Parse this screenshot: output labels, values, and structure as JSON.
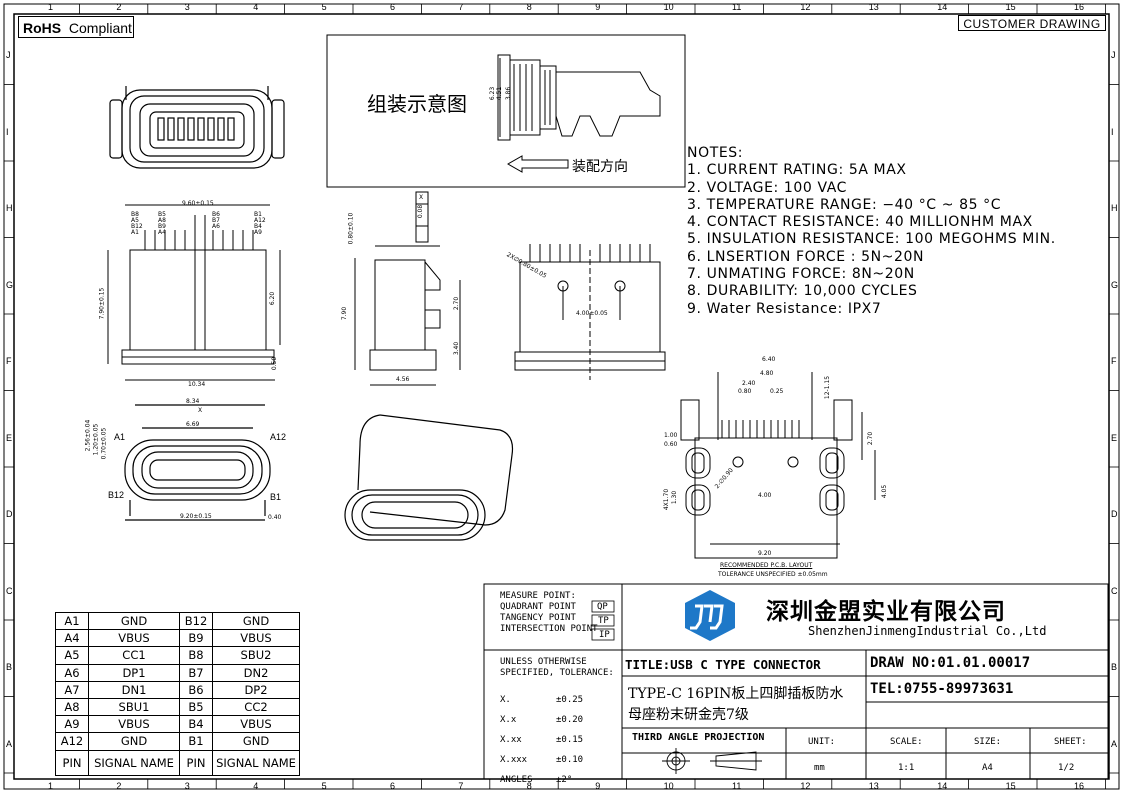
{
  "header": {
    "rohs_bold": "RoHS",
    "rohs_text": "Compliant",
    "customer_drawing": "CUSTOMER DRAWING"
  },
  "ruler": {
    "columns": [
      "1",
      "2",
      "3",
      "4",
      "5",
      "6",
      "7",
      "8",
      "9",
      "10",
      "11",
      "12",
      "13",
      "14",
      "15",
      "16"
    ],
    "rows": [
      "J",
      "I",
      "H",
      "G",
      "F",
      "E",
      "D",
      "C",
      "B",
      "A"
    ]
  },
  "assembly": {
    "title": "组装示意图",
    "direction_label": "装配方向",
    "dims": [
      "6.23",
      "4.51",
      "3.86"
    ]
  },
  "notes": {
    "heading": "NOTES:",
    "items": [
      "1. CURRENT RATING: 5A MAX",
      "2. VOLTAGE: 100 VAC",
      "3. TEMPERATURE RANGE: −40 °C ~ 85 °C",
      "4. CONTACT RESISTANCE: 40 MILLIONHM MAX",
      "5. INSULATION RESISTANCE: 100 MEGOHMS MIN.",
      "6. LNSERTION FORCE : 5N~20N",
      "7. UNMATING FORCE: 8N~20N",
      "8. DURABILITY:   10,000 CYCLES",
      "9. Water Resistance: IPX7"
    ]
  },
  "dimensions": {
    "top_view": {
      "width": "9.60±0.15",
      "height": "7.90±0.15",
      "inner": "6.20",
      "bottom": "10.34",
      "side": "0.50",
      "pins_left": [
        "B8",
        "A5",
        "B12",
        "A1"
      ],
      "pins_right": [
        "B1",
        "A12",
        "B4",
        "A9"
      ],
      "pins_mid_left": [
        "B5",
        "A8",
        "B9",
        "A4"
      ],
      "pins_mid_right": [
        "B6",
        "B7",
        "A6"
      ]
    },
    "side_view": {
      "height": "7.90",
      "top": "0.80±0.10",
      "pitch": "2.70",
      "lower": "3.40",
      "width": "4.56",
      "flatness": "0.08",
      "flatness_sym": "X"
    },
    "back_view": {
      "holes": "2X∅0.80±0.05",
      "spacing": "4.00±0.05"
    },
    "front_view": {
      "width": "8.34",
      "datum": "X",
      "opening": "6.69",
      "height1": "2.56±0.04",
      "height2": "1.20±0.05",
      "height3": "0.70±0.05",
      "bottom": "9.20±0.15",
      "right": "0.40",
      "label_a1": "A1",
      "label_a12": "A12",
      "label_b12": "B12",
      "label_b1": "B1"
    },
    "pcb": {
      "w1": "6.40",
      "w2": "4.80",
      "w3": "2.40",
      "w4": "0.80",
      "w5": "0.25",
      "pitch": "12-1.15",
      "left1": "1.00",
      "left2": "0.60",
      "right_h": "2.70",
      "right_l": "4.05",
      "hole_dia": "2-∅0.90",
      "hole_sp": "4.00",
      "slot_dims": [
        "4X1.70",
        "1.30"
      ],
      "bottom": "9.20",
      "caption1": "RECOMMENDED  P.C.B. LAYOUT",
      "caption2": "TOLERANCE UNSPECIFIED ±0.05mm"
    }
  },
  "pin_table": {
    "rows": [
      [
        "A1",
        "GND",
        "B12",
        "GND"
      ],
      [
        "A4",
        "VBUS",
        "B9",
        "VBUS"
      ],
      [
        "A5",
        "CC1",
        "B8",
        "SBU2"
      ],
      [
        "A6",
        "DP1",
        "B7",
        "DN2"
      ],
      [
        "A7",
        "DN1",
        "B6",
        "DP2"
      ],
      [
        "A8",
        "SBU1",
        "B5",
        "CC2"
      ],
      [
        "A9",
        "VBUS",
        "B4",
        "VBUS"
      ],
      [
        "A12",
        "GND",
        "B1",
        "GND"
      ]
    ],
    "header": [
      "PIN",
      "SIGNAL NAME",
      "PIN",
      "SIGNAL NAME"
    ]
  },
  "title_block": {
    "measure": [
      "MEASURE POINT:",
      "QUADRANT POINT",
      "TANGENCY POINT",
      "INTERSECTION POINT"
    ],
    "measure_codes": [
      "QP",
      "TP",
      "IP"
    ],
    "tolerance_head": [
      "UNLESS OTHERWISE",
      "SPECIFIED, TOLERANCE:"
    ],
    "tolerances": [
      [
        "X.",
        "±0.25"
      ],
      [
        "X.x",
        "±0.20"
      ],
      [
        "X.xx",
        "±0.15"
      ],
      [
        "X.xxx",
        "±0.10"
      ],
      [
        "ANGLES",
        "±2°"
      ]
    ],
    "company_cn": "深圳金盟实业有限公司",
    "company_en": "ShenzhenJinmengIndustrial Co.,Ltd",
    "title": "TITLE:USB C TYPE CONNECTOR",
    "desc_line1": "TYPE-C 16PIN板上四脚插板防水",
    "desc_line2": "母座粉末研金壳7级",
    "draw_no": "DRAW NO:01.01.00017",
    "tel": "TEL:0755-89973631",
    "projection": "THIRD ANGLE PROJECTION",
    "unit_label": "UNIT:",
    "unit": "mm",
    "scale_label": "SCALE:",
    "scale": "1:1",
    "size_label": "SIZE:",
    "size": "A4",
    "sheet_label": "SHEET:",
    "sheet": "1/2"
  }
}
